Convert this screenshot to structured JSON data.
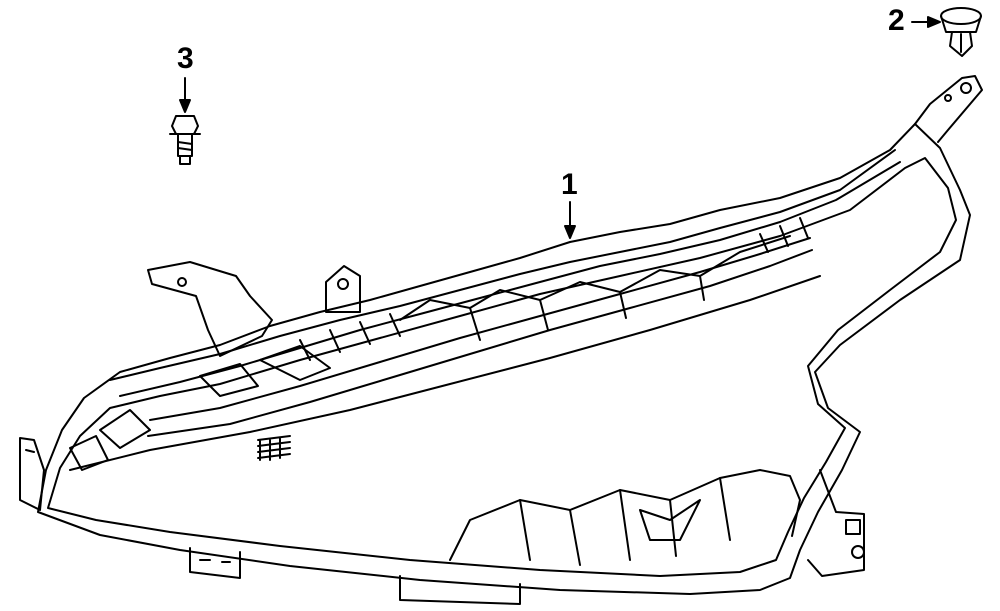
{
  "diagram": {
    "callouts": [
      {
        "number": "1",
        "part": "headlamp-assembly"
      },
      {
        "number": "2",
        "part": "push-clip"
      },
      {
        "number": "3",
        "part": "bolt"
      }
    ]
  }
}
